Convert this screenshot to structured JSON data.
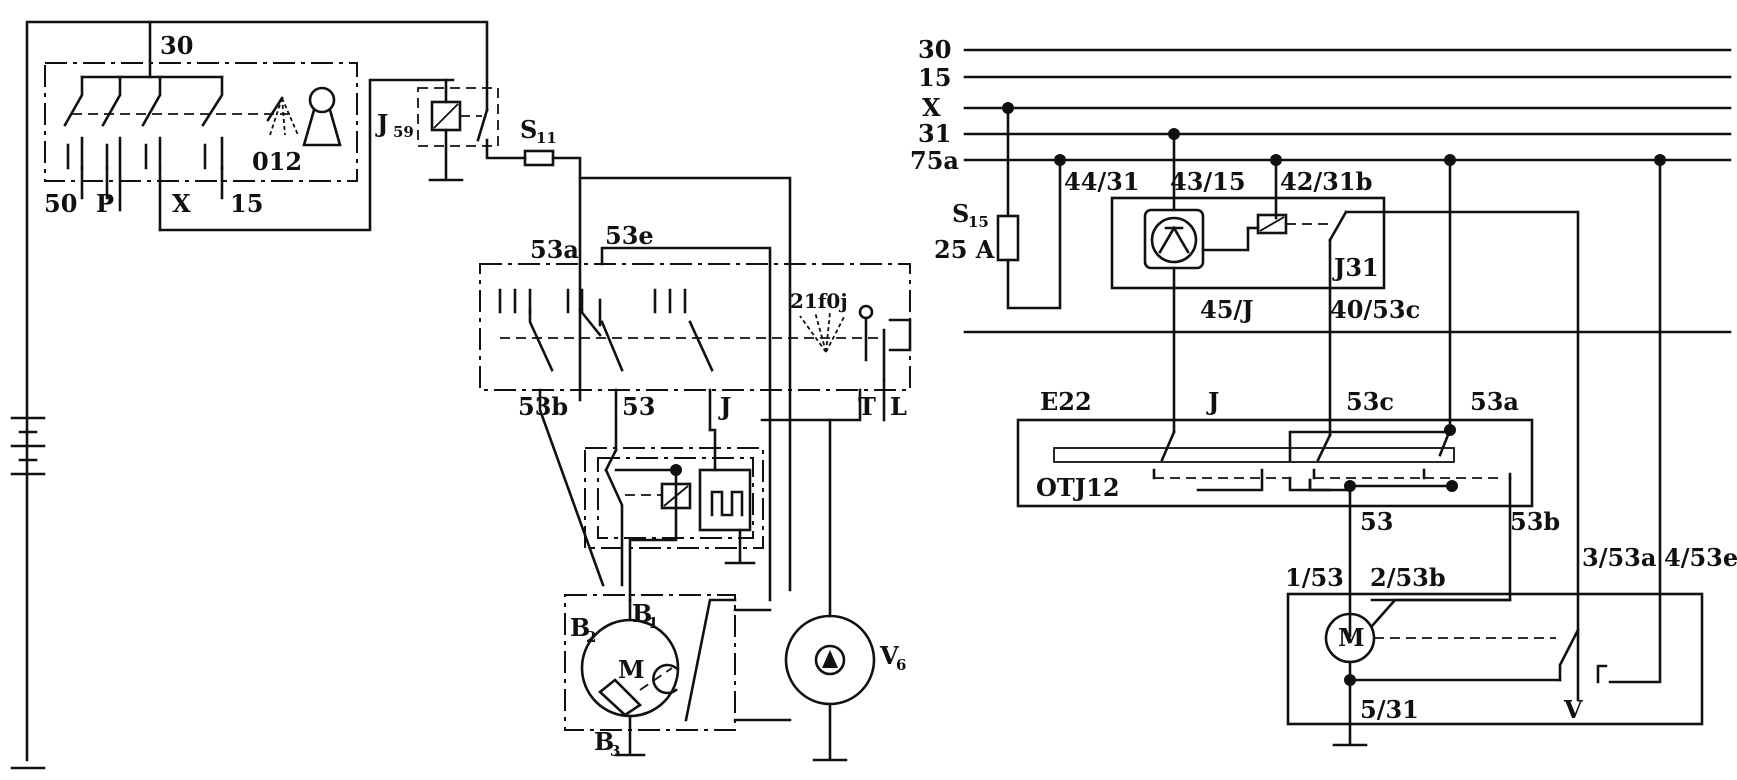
{
  "left": {
    "ignition": {
      "t30": "30",
      "t50": "50",
      "tP": "P",
      "tX": "X",
      "t15": "15",
      "positions": "012"
    },
    "relay": {
      "name": "J",
      "sub": "59"
    },
    "fuse": {
      "name": "S",
      "sub": "11"
    },
    "switch": {
      "t53a": "53a",
      "t53e": "53e",
      "t53b": "53b",
      "t53": "53",
      "tJ": "J",
      "tT": "T",
      "tL": "L",
      "positions": "21f0j"
    },
    "motor": {
      "letter": "M",
      "b1": "B",
      "b1sub": "1",
      "b2": "B",
      "b2sub": "2",
      "b3": "B",
      "b3sub": "3"
    },
    "pump": {
      "name": "V",
      "sub": "6"
    }
  },
  "right": {
    "rails": [
      "30",
      "15",
      "X",
      "31",
      "75a"
    ],
    "fuse": {
      "name": "S",
      "sub": "15",
      "rating": "25 A"
    },
    "module": {
      "p1": "44/31",
      "p2": "43/15",
      "p3": "42/31b",
      "p4": "45/J",
      "p5": "40/53c",
      "relay": "J31"
    },
    "combo": {
      "name": "E22",
      "type": "OTJ12",
      "tJ": "J",
      "t53c": "53c",
      "t53a": "53a",
      "t53": "53",
      "t53b": "53b"
    },
    "motor": {
      "letter": "M",
      "p1": "1/53",
      "p2": "2/53b",
      "p3": "3/53a",
      "p4": "4/53e",
      "p5": "5/31",
      "name": "V"
    }
  }
}
